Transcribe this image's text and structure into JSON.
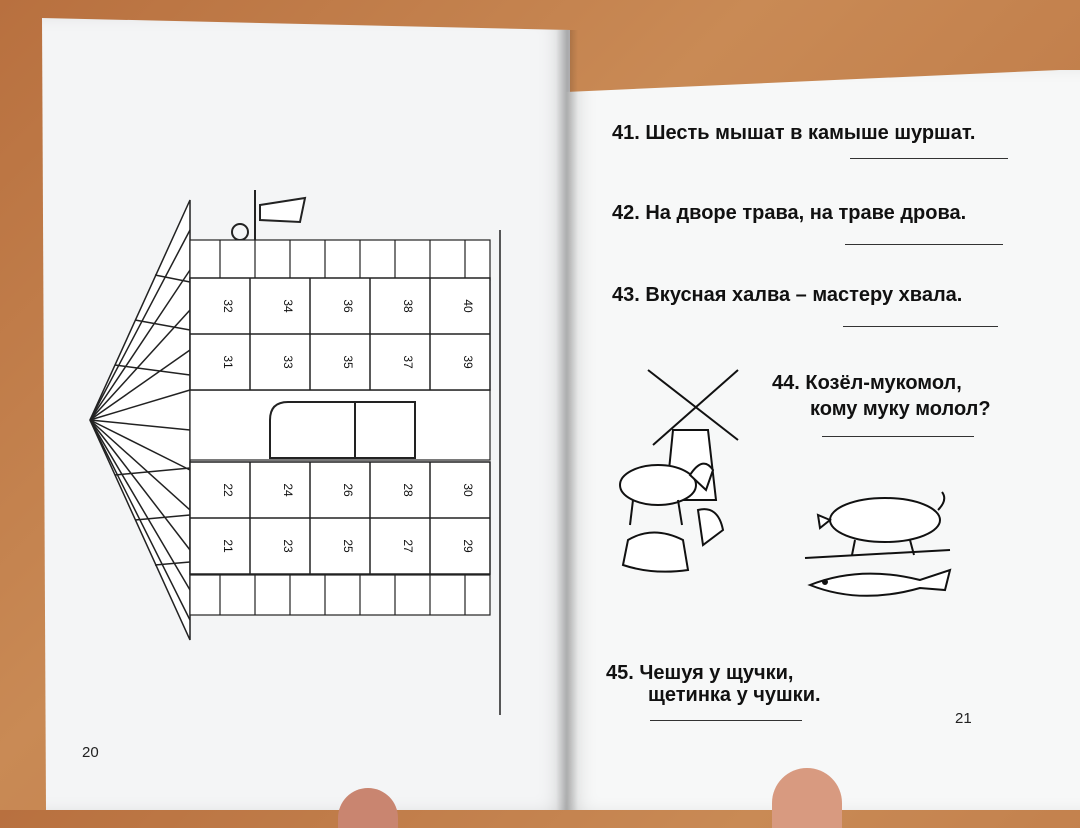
{
  "pages": {
    "left_number": "20",
    "right_number": "21"
  },
  "house": {
    "upper_cells": [
      {
        "top": "32",
        "bottom": "31"
      },
      {
        "top": "34",
        "bottom": "33"
      },
      {
        "top": "36",
        "bottom": "35"
      },
      {
        "top": "38",
        "bottom": "37"
      },
      {
        "top": "40",
        "bottom": "39"
      }
    ],
    "lower_cells": [
      {
        "top": "22",
        "bottom": "21"
      },
      {
        "top": "24",
        "bottom": "23"
      },
      {
        "top": "26",
        "bottom": "25"
      },
      {
        "top": "28",
        "bottom": "27"
      },
      {
        "top": "30",
        "bottom": "29"
      }
    ]
  },
  "exercises": {
    "e41": "41. Шесть мышат в камыше шуршат.",
    "e42": "42. На дворе трава, на траве дрова.",
    "e43": "43. Вкусная халва – мастеру хвала.",
    "e44_line1": "44. Козёл-мукомол,",
    "e44_line2": "кому муку молол?",
    "e45_line1": "45. Чешуя у щучки,",
    "e45_line2": "щетинка у чушки."
  },
  "illustrations": {
    "goat_mill": "goat-windmill-drawing",
    "pig_pike": "pig-pike-drawing"
  }
}
